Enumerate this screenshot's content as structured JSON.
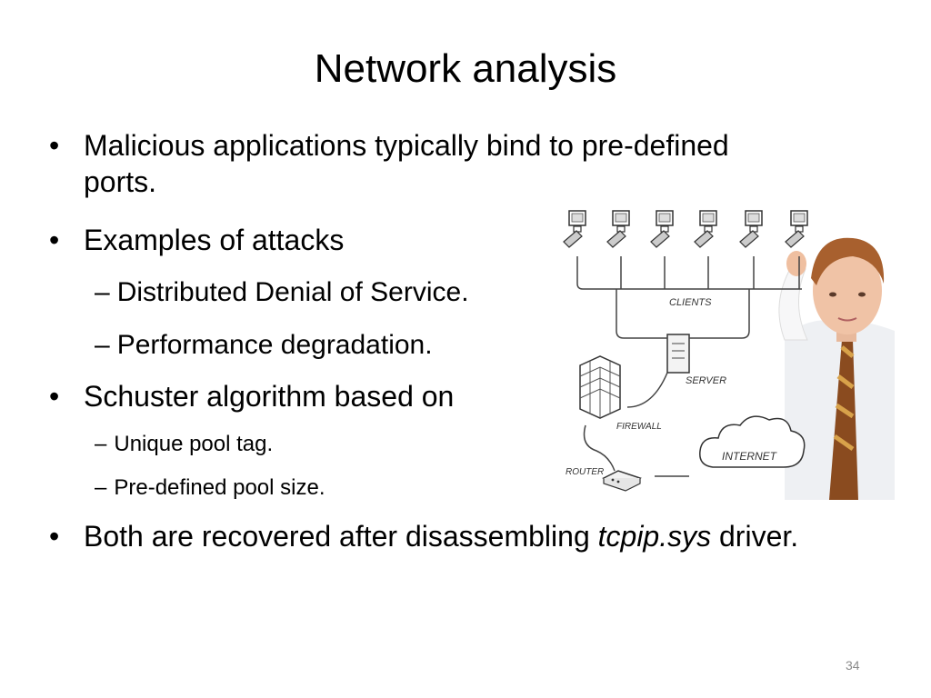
{
  "slide": {
    "title": "Network analysis",
    "page_number": "34"
  },
  "bullets": {
    "b1_line1": "Malicious applications typically bind to pre-defined",
    "b1_line2": "ports.",
    "b2": "Examples of attacks",
    "b2_sub1": "Distributed Denial of Service.",
    "b2_sub2": "Performance degradation.",
    "b3": "Schuster algorithm based on",
    "b3_sub1": "Unique pool tag.",
    "b3_sub2": "Pre-defined pool size.",
    "b4_pre": "Both are recovered after disassembling ",
    "b4_em": "tcpip.sys",
    "b4_post": " driver."
  },
  "illustration": {
    "label_clients": "CLIENTS",
    "label_server": "SERVER",
    "label_firewall": "FIREWALL",
    "label_router": "ROUTER",
    "label_internet": "INTERNET"
  },
  "symbols": {
    "bullet": "•",
    "dash": "–"
  }
}
